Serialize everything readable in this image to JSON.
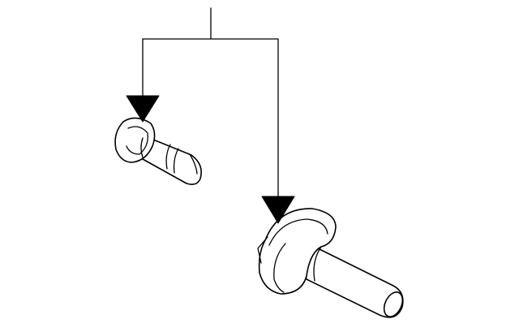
{
  "diagram": {
    "type": "parts-callout",
    "colors": {
      "line": "#000000",
      "background": "#ffffff",
      "part_fill": "#ffffff"
    },
    "parts": [
      {
        "id": "small-bolt",
        "icon": "small-bolt-icon"
      },
      {
        "id": "large-bolt",
        "icon": "large-bolt-icon"
      }
    ],
    "callout_count": 2
  }
}
